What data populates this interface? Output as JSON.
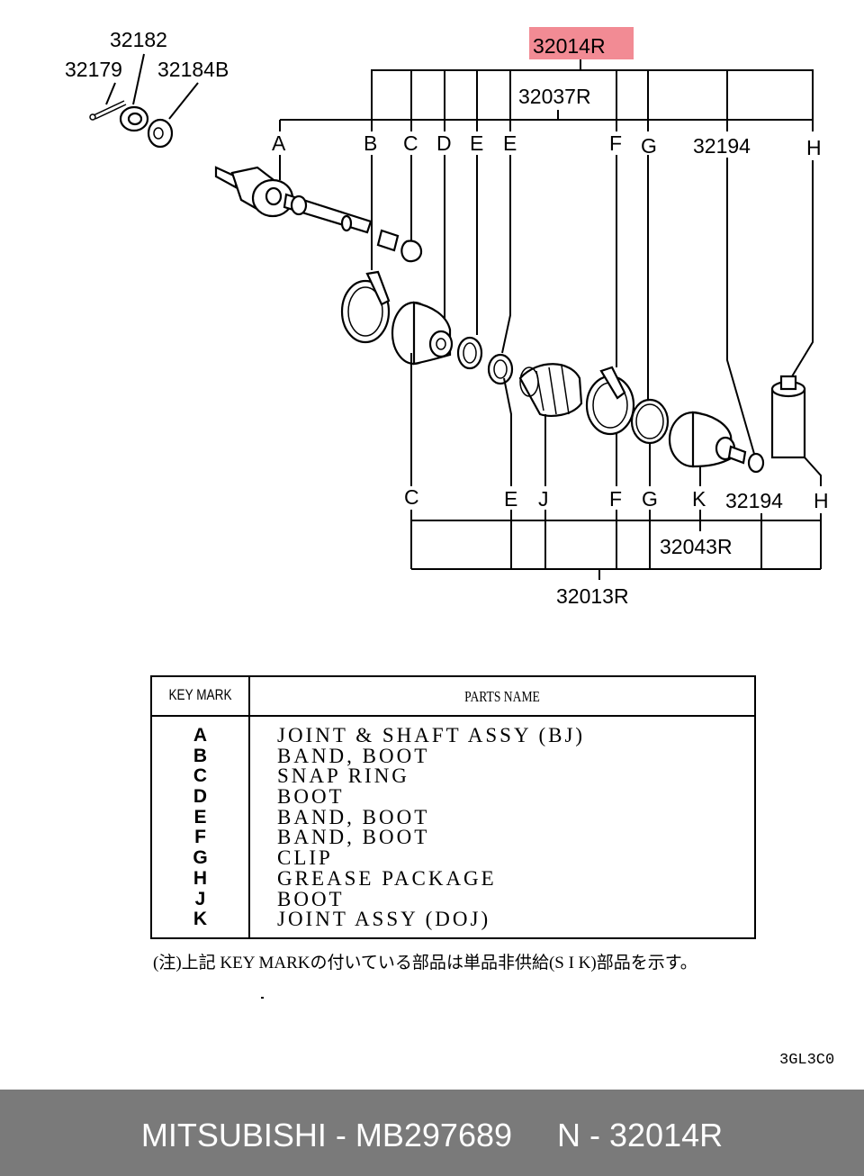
{
  "labels": {
    "p32182": "32182",
    "p32179": "32179",
    "p32184b": "32184B",
    "p32014r": "32014R",
    "p32037r": "32037R",
    "p32194_top": "32194",
    "p32194_bot": "32194",
    "p32043r": "32043R",
    "p32013r": "32013R",
    "top_a": "A",
    "top_b": "B",
    "top_c": "C",
    "top_d": "D",
    "top_e1": "E",
    "top_e2": "E",
    "top_f": "F",
    "top_g": "G",
    "top_h": "H",
    "bot_c": "C",
    "bot_e": "E",
    "bot_j": "J",
    "bot_f": "F",
    "bot_g": "G",
    "bot_k": "K",
    "bot_h": "H"
  },
  "highlight_color": "#f28b94",
  "table": {
    "header_key": "KEY MARK",
    "header_name": "PARTS NAME",
    "rows": [
      {
        "key": "A",
        "name": "JOINT & SHAFT ASSY (BJ)"
      },
      {
        "key": "B",
        "name": "BAND, BOOT"
      },
      {
        "key": "C",
        "name": "SNAP RING"
      },
      {
        "key": "D",
        "name": "BOOT"
      },
      {
        "key": "E",
        "name": "BAND, BOOT"
      },
      {
        "key": "F",
        "name": "BAND, BOOT"
      },
      {
        "key": "G",
        "name": "CLIP"
      },
      {
        "key": "H",
        "name": "GREASE PACKAGE"
      },
      {
        "key": "J",
        "name": "BOOT"
      },
      {
        "key": "K",
        "name": "JOINT ASSY (DOJ)"
      }
    ]
  },
  "note": "(注)上記 KEY MARKの付いている部品は単品非供給(S I K)部品を示す。",
  "diagram_code": "3GL3C0",
  "footer": "MITSUBISHI - MB297689     N - 32014R"
}
